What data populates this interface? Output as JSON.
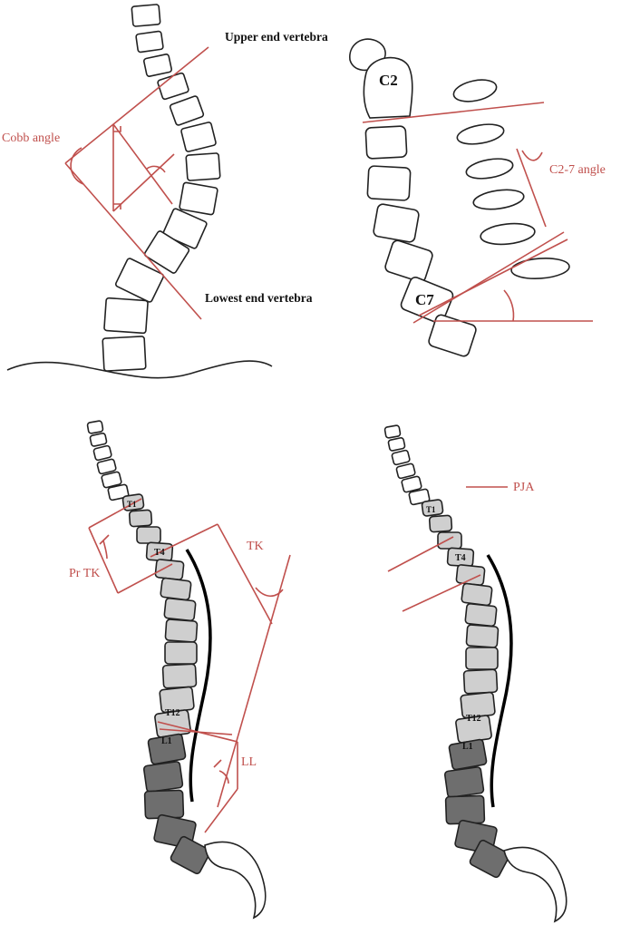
{
  "labels": {
    "cobb_angle": "Cobb angle",
    "upper_end_vertebra": "Upper end vertebra",
    "lowest_end_vertebra": "Lowest end vertebra",
    "c2": "C2",
    "c7": "C7",
    "c2_7_angle": "C2-7 angle",
    "pr_tk": "Pr TK",
    "tk": "TK",
    "ll": "LL",
    "pja": "PJA",
    "left_spine": {
      "t1": "T1",
      "t4": "T4",
      "t12": "T12",
      "l1": "L1"
    },
    "right_spine": {
      "t1": "T1",
      "t4": "T4",
      "t12": "T12",
      "l1": "L1"
    }
  },
  "colors": {
    "annotation": "#c0504d",
    "outline": "#222222",
    "thoracic_fill": "#cfcfcf",
    "lumbar_fill": "#6e6e6e"
  }
}
